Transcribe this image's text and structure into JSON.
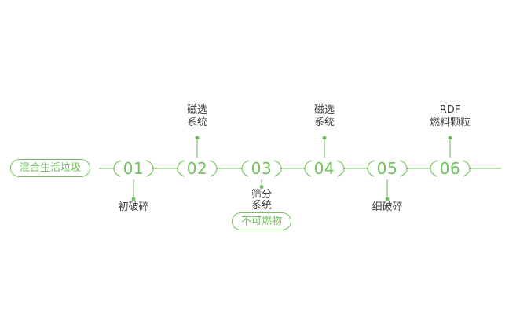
{
  "colors": {
    "accent": "#72c05f",
    "label_text": "#3f3f3f"
  },
  "diagram": {
    "type": "process-flow",
    "source_badge": "混合生活垃圾",
    "steps": [
      {
        "number": "01",
        "label_position": "below",
        "label_lines": [
          "初破碎"
        ]
      },
      {
        "number": "02",
        "label_position": "above",
        "label_lines": [
          "磁选",
          "系统"
        ]
      },
      {
        "number": "03",
        "label_position": "below",
        "label_lines": [
          "筛分",
          "系统"
        ],
        "badge": "不可燃物"
      },
      {
        "number": "04",
        "label_position": "above",
        "label_lines": [
          "磁选",
          "系统"
        ]
      },
      {
        "number": "05",
        "label_position": "below",
        "label_lines": [
          "细破碎"
        ]
      },
      {
        "number": "06",
        "label_position": "above",
        "label_lines": [
          "RDF",
          "燃料颗粒"
        ]
      }
    ]
  }
}
